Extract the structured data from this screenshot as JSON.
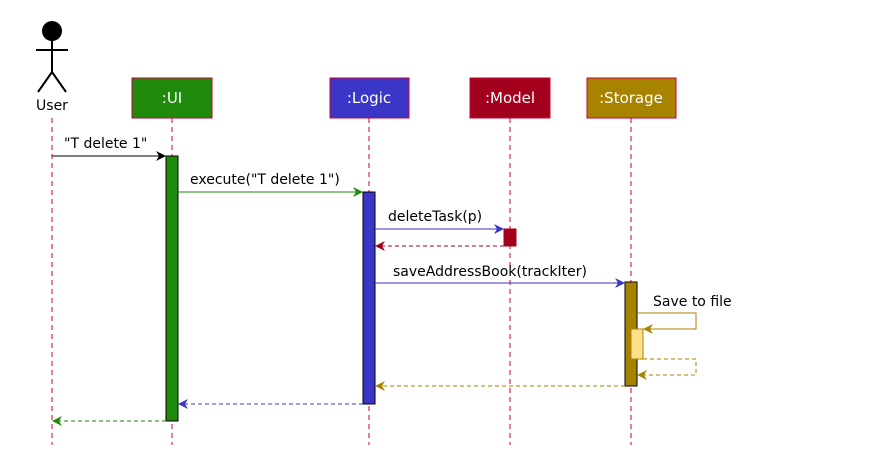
{
  "diagram": {
    "actor": {
      "label": "User"
    },
    "participants": [
      {
        "id": "ui",
        "label": ":UI",
        "color": "#1f8a0c"
      },
      {
        "id": "logic",
        "label": ":Logic",
        "color": "#3a36c8"
      },
      {
        "id": "model",
        "label": ":Model",
        "color": "#a3001e"
      },
      {
        "id": "storage",
        "label": ":Storage",
        "color": "#a88300"
      }
    ],
    "lifeline_color": "#c8003a",
    "messages": {
      "m1": "\"T delete 1\"",
      "m2": "execute(\"T delete 1\")",
      "m3": "deleteTask(p)",
      "m4": "saveAddressBook(trackIter)",
      "m5": "Save to file"
    },
    "colors": {
      "user_msg": "#000000",
      "ui_msg": "#1f8a0c",
      "logic_msg": "#3a36c8",
      "model_return": "#a3001e",
      "storage_msg": "#a88300",
      "self_activation": "#ffe08a"
    }
  }
}
